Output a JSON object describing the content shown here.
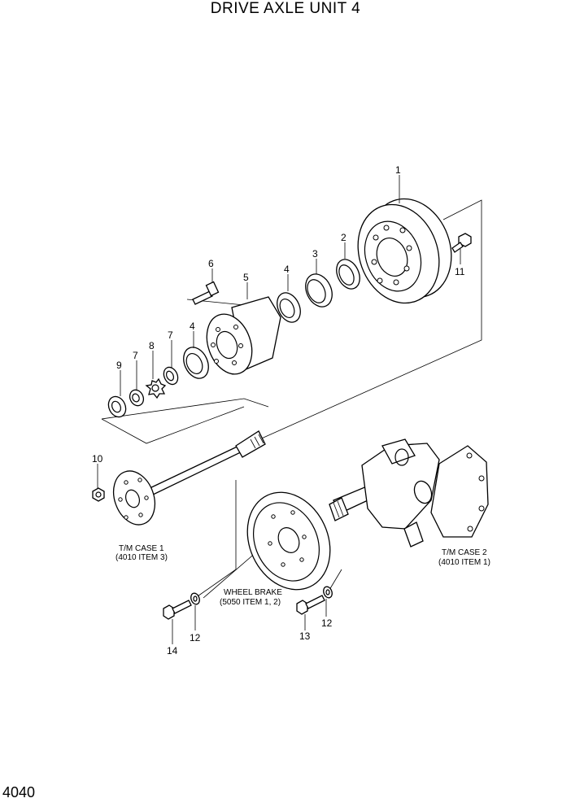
{
  "title": "DRIVE AXLE UNIT 4",
  "page_number": "4040",
  "callouts": {
    "c1": "1",
    "c2": "2",
    "c3": "3",
    "c4a": "4",
    "c4b": "4",
    "c5": "5",
    "c6": "6",
    "c7a": "7",
    "c7b": "7",
    "c8": "8",
    "c9": "9",
    "c10": "10",
    "c11": "11",
    "c12a": "12",
    "c12b": "12",
    "c13": "13",
    "c14": "14"
  },
  "references": {
    "tm_case_1_line1": "T/M CASE 1",
    "tm_case_1_line2": "(4010 ITEM 3)",
    "wheel_brake_line1": "WHEEL BRAKE",
    "wheel_brake_line2": "(5050 ITEM 1, 2)",
    "tm_case_2_line1": "T/M CASE 2",
    "tm_case_2_line2": "(4010 ITEM 1)"
  }
}
